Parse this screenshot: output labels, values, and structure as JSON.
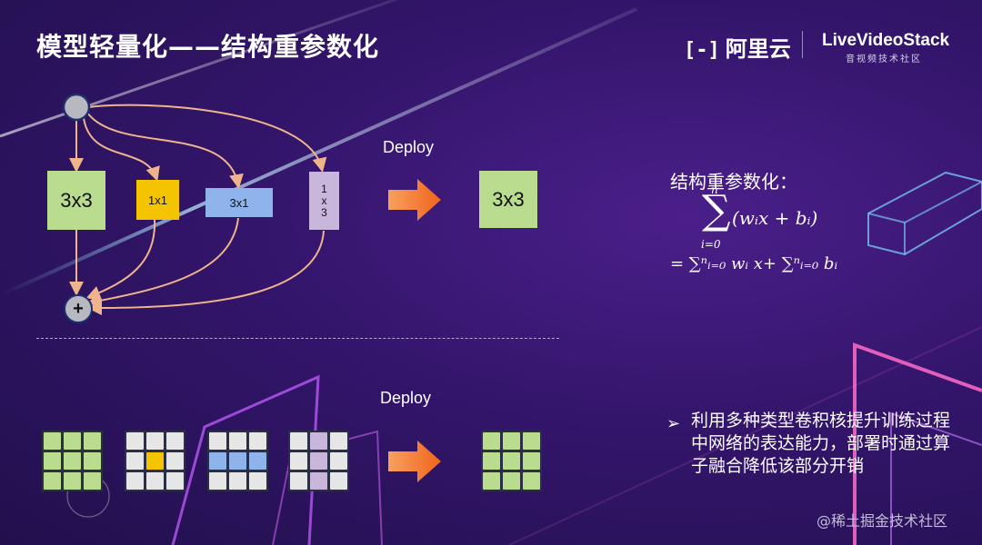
{
  "slide": {
    "title": "模型轻量化——结构重参数化"
  },
  "logos": {
    "aliyun_text": "阿里云",
    "aliyun_bracket": "[-]",
    "lvs_text": "LiveVideoStack",
    "lvs_subtitle": "音视频技术社区"
  },
  "diagram_top": {
    "branch_3x3": "3x3",
    "branch_1x1": "1x1",
    "branch_3x1": "3x1",
    "branch_1x3_top": "1",
    "branch_1x3_mid": "x",
    "branch_1x3_bot": "3",
    "add_symbol": "+",
    "deploy_label": "Deploy",
    "result_3x3": "3x3"
  },
  "diagram_bottom": {
    "deploy_label": "Deploy"
  },
  "formula": {
    "heading": "结构重参数化：",
    "sum_upper": "n",
    "sum_lower": "i=0",
    "line1": "(wᵢx + bᵢ)",
    "line2": "= ∑ⁿᵢ₌₀ wᵢ x+ ∑ⁿᵢ₌₀ bᵢ"
  },
  "bullet": {
    "marker": "➢",
    "text": "利用多种类型卷积核提升训练过程中网络的表达能力，部署时通过算子融合降低该部分开销"
  },
  "watermark": "@稀土掘金技术社区",
  "colors": {
    "green_box": "#b9dc8f",
    "yellow_box": "#f5c400",
    "blue_box": "#8fb4ec",
    "purple_box": "#c9b6dc",
    "arrow_orange": "#f0641c",
    "line_peach": "#f0b48c",
    "grid_gray": "#e6e6e6"
  }
}
